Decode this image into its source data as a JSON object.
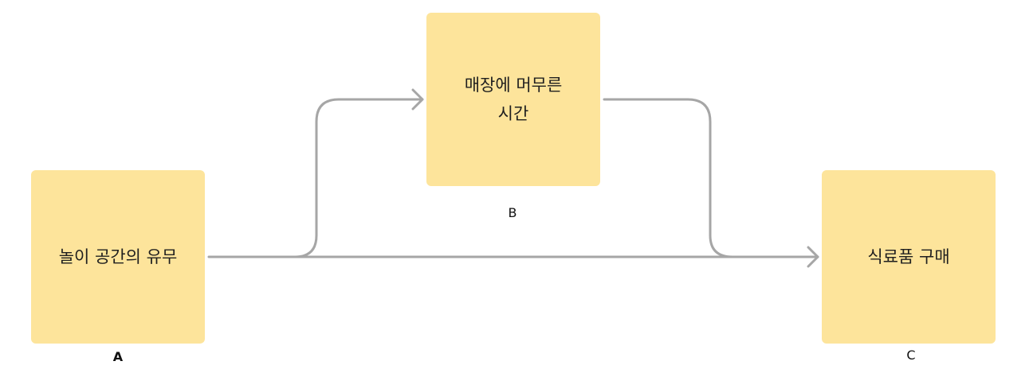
{
  "nodes": {
    "a": {
      "text": "놀이 공간의 유무",
      "caption": "A"
    },
    "b": {
      "text": "매장에 머무른\n시간",
      "caption": "B"
    },
    "c": {
      "text": "식료품 구매",
      "caption": "C"
    }
  },
  "colors": {
    "node_fill": "#fde49b",
    "arrow": "#a6a6a6"
  }
}
